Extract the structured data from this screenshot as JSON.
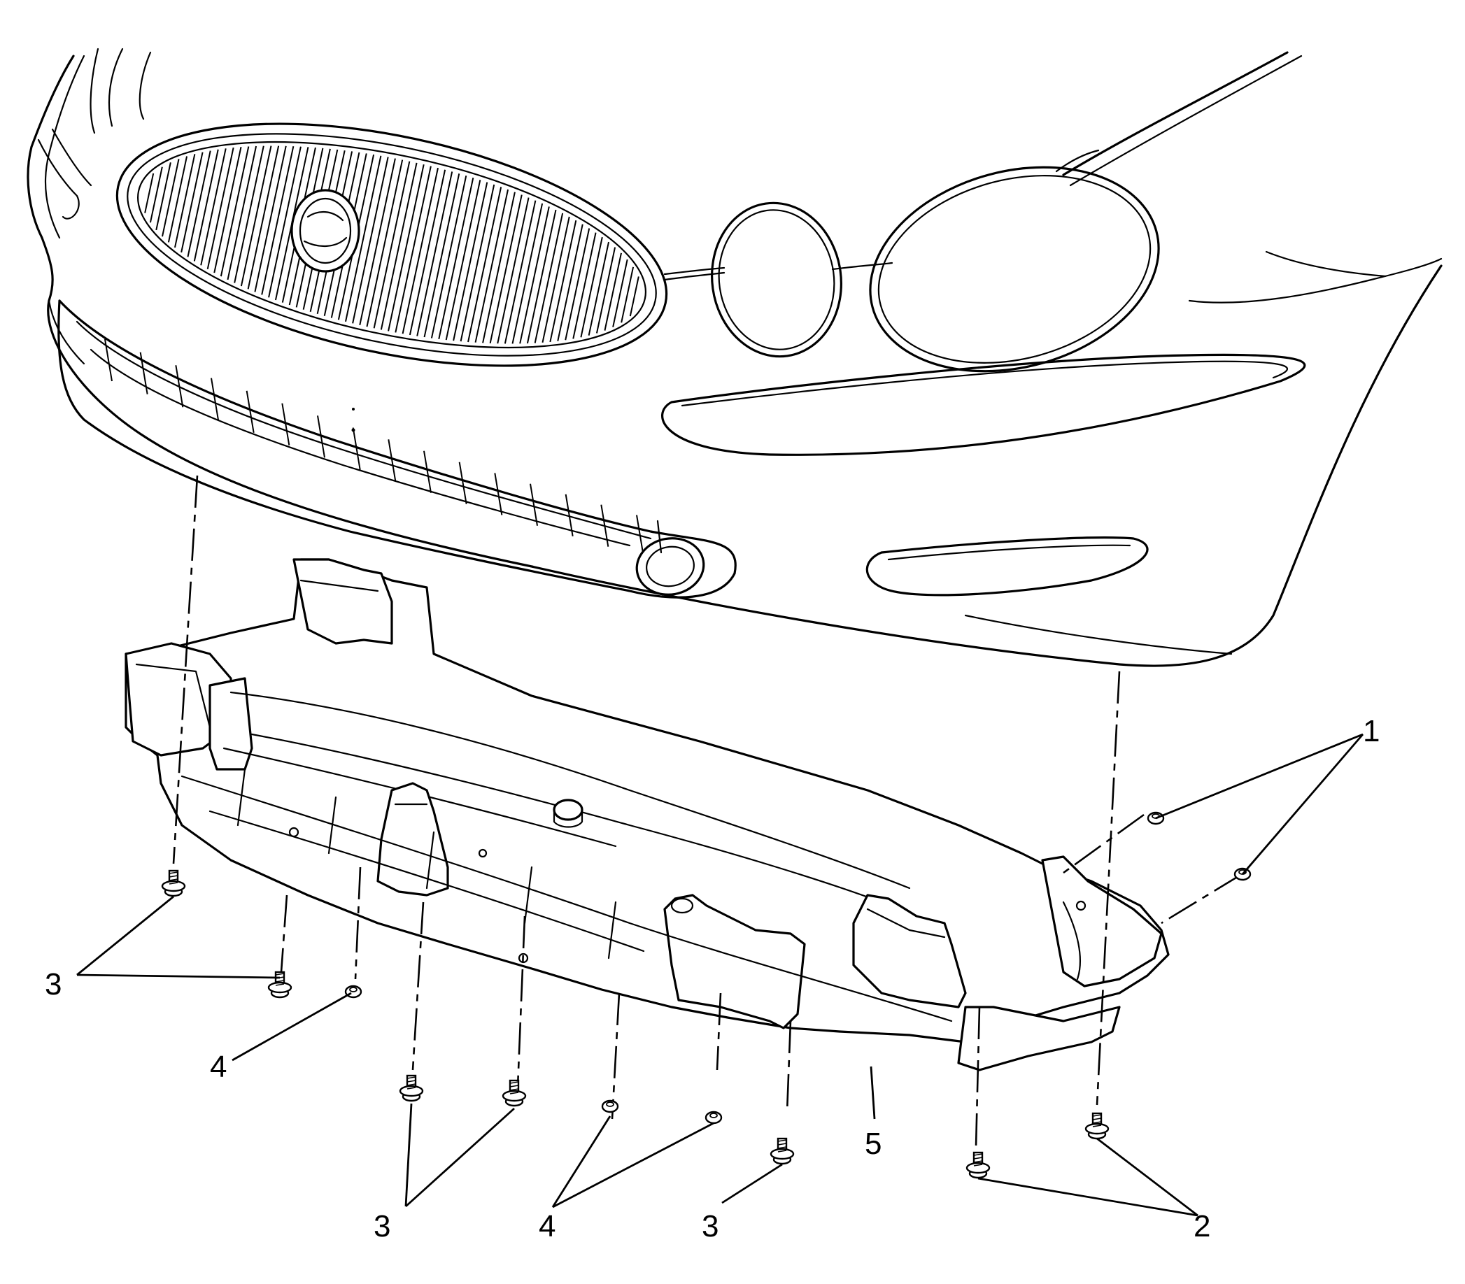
{
  "colors": {
    "line": "#000000",
    "background": "#ffffff"
  },
  "callouts": [
    {
      "id": "c1",
      "text": "1"
    },
    {
      "id": "c2",
      "text": "2"
    },
    {
      "id": "c3a",
      "text": "3"
    },
    {
      "id": "c3b",
      "text": "3"
    },
    {
      "id": "c3c",
      "text": "3"
    },
    {
      "id": "c4a",
      "text": "4"
    },
    {
      "id": "c4b",
      "text": "4"
    },
    {
      "id": "c5",
      "text": "5"
    }
  ]
}
